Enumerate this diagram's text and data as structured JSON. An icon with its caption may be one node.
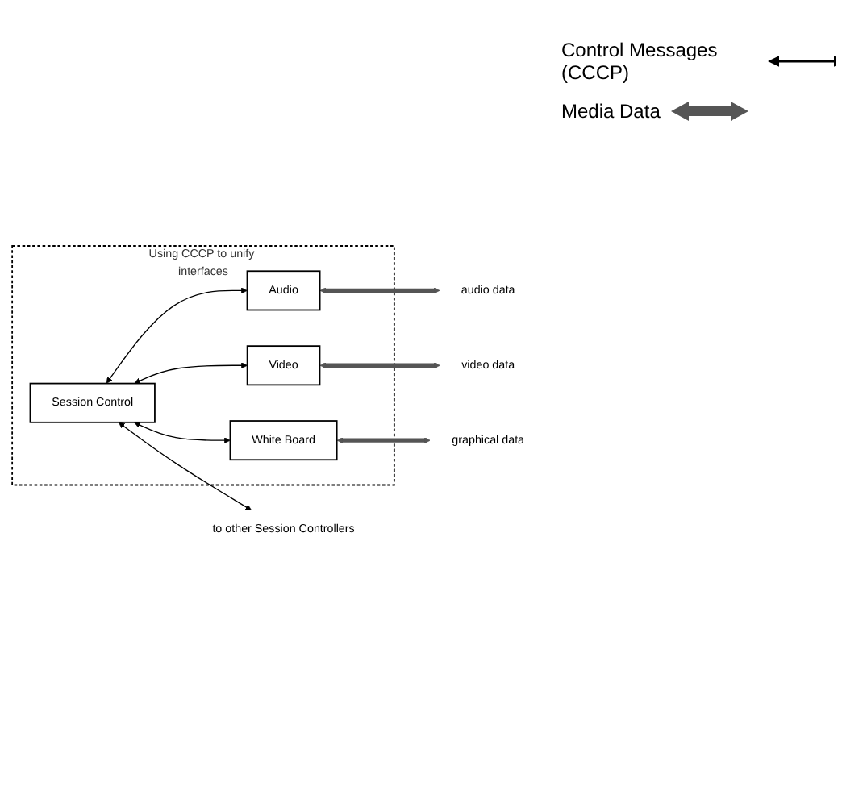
{
  "diagram": {
    "nodes": [
      {
        "text": [
          "Using CCCP to unify interfaces"
        ]
      },
      {
        "text": [
          "Session Control"
        ],
        "in": 0
      },
      {
        "text": [
          "Audio"
        ],
        "in": 0
      },
      {
        "text": [
          "Video"
        ],
        "in": 0
      },
      {
        "text": [
          "White Board"
        ],
        "in": 0
      },
      {
        "text": [
          "to other Session Controllers"
        ]
      },
      {
        "text": [
          "audio data"
        ]
      },
      {
        "text": [
          "video data"
        ]
      },
      {
        "text": [
          "graphical data"
        ]
      }
    ],
    "edges": [
      {
        "from": 1,
        "to": 5,
        "arrow": "both"
      },
      {
        "from": 1,
        "to": 2,
        "arrow": "both"
      },
      {
        "from": 1,
        "to": 3,
        "arrow": "both"
      },
      {
        "from": 1,
        "to": 4,
        "arrow": "both"
      },
      {
        "from": 2,
        "to": 6,
        "arrow": "both",
        "style": "thick"
      },
      {
        "from": 3,
        "to": 7,
        "arrow": "both",
        "style": "thick"
      },
      {
        "from": 4,
        "to": 8,
        "arrow": "both",
        "style": "thick"
      }
    ],
    "legend": [
      {
        "text": "Control Messages (CCCP)"
      },
      {
        "text": "Media Data"
      }
    ]
  }
}
